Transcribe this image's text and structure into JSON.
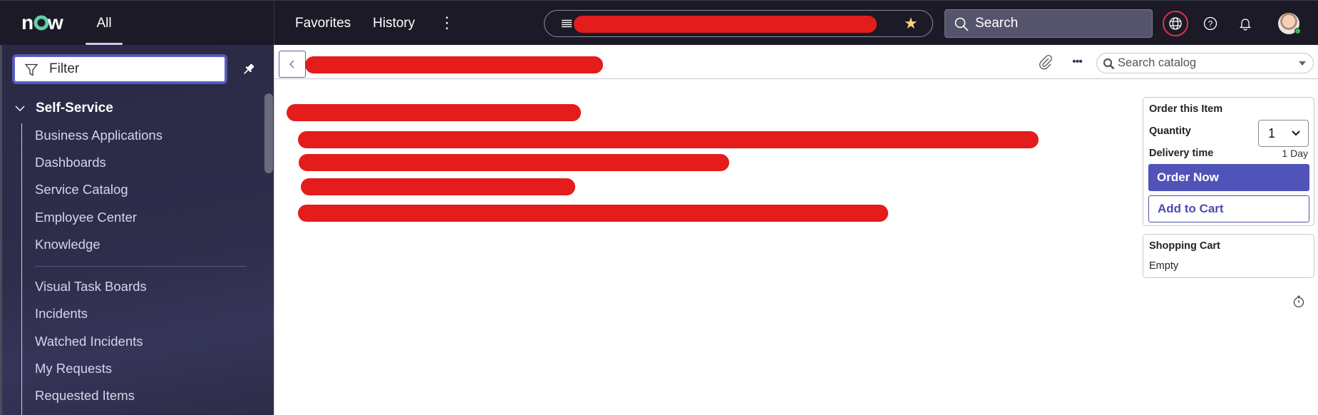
{
  "header": {
    "logo_text": "now",
    "all_tab": "All",
    "nav_links": [
      "Favorites",
      "History"
    ],
    "more_menu_icon": "vertical-ellipsis-icon",
    "context_pill": {
      "icon": "list-icon",
      "title": "[redacted]",
      "favorite_icon": "star-icon",
      "star_color": "#f6d37a"
    },
    "global_search": {
      "placeholder": "Search",
      "icon": "search-icon"
    },
    "actions": [
      {
        "name": "globe-icon",
        "label": "Language",
        "highlight_color": "#e0334a"
      },
      {
        "name": "help-icon",
        "label": "Help"
      },
      {
        "name": "bell-icon",
        "label": "Notifications"
      }
    ],
    "avatar": {
      "status_color": "#3fb950"
    },
    "colors": {
      "bar_bg": "#1b1a26",
      "search_bg": "#55546c"
    }
  },
  "sidebar": {
    "filter": {
      "placeholder": "Filter",
      "value": ""
    },
    "pin_icon": "pin-icon",
    "section": {
      "label": "Self-Service",
      "expanded": true
    },
    "items_group1": [
      "Business Applications",
      "Dashboards",
      "Service Catalog",
      "Employee Center",
      "Knowledge"
    ],
    "items_group2": [
      "Visual Task Boards",
      "Incidents",
      "Watched Incidents",
      "My Requests",
      "Requested Items"
    ]
  },
  "content": {
    "back_icon": "chevron-left-icon",
    "title": "[redacted]",
    "toolbar": {
      "attach_icon": "paperclip-icon",
      "more_icon": "horizontal-ellipsis-icon"
    },
    "catalog_search": {
      "placeholder": "Search catalog"
    },
    "body_lines": [
      "[redacted]",
      "[redacted]",
      "[redacted]",
      "[redacted]",
      "[redacted]"
    ],
    "redaction_color": "#e41c1c"
  },
  "order_panel": {
    "title": "Order this Item",
    "quantity_label": "Quantity",
    "quantity_value": "1",
    "delivery_label": "Delivery time",
    "delivery_value": "1 Day",
    "order_now": "Order Now",
    "add_to_cart": "Add to Cart",
    "primary_color": "#5053b8"
  },
  "cart": {
    "title": "Shopping Cart",
    "status": "Empty"
  },
  "footer_icon": "stopwatch-icon"
}
